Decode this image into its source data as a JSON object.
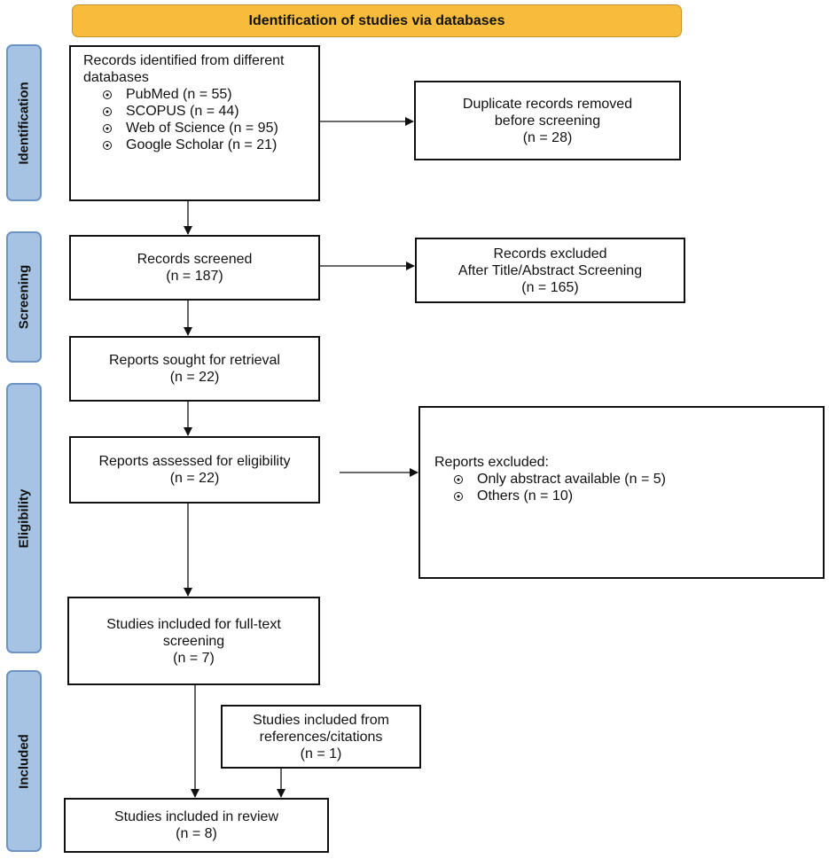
{
  "header": {
    "title": "Identification of studies via databases"
  },
  "stages": {
    "identification": "Identification",
    "screening": "Screening",
    "eligibility": "Eligibility",
    "included": "Included"
  },
  "records_identified": {
    "title": "Records identified from different databases",
    "sources": [
      "PubMed (n = 55)",
      "SCOPUS (n = 44)",
      "Web of Science (n = 95)",
      "Google Scholar (n = 21)"
    ]
  },
  "duplicates_removed": {
    "line1": "Duplicate records removed",
    "line2": "before screening",
    "count": "(n = 28)"
  },
  "records_screened": {
    "label": "Records screened",
    "count": "(n = 187)"
  },
  "records_excluded": {
    "line1": "Records excluded",
    "line2": "After Title/Abstract Screening",
    "count": "(n = 165)"
  },
  "reports_sought": {
    "label": "Reports sought for retrieval",
    "count": "(n = 22)"
  },
  "reports_assessed": {
    "label": "Reports assessed for eligibility",
    "count": "(n = 22)"
  },
  "reports_excluded": {
    "title": "Reports excluded:",
    "reasons": [
      "Only abstract available (n = 5)",
      "Others (n = 10)"
    ]
  },
  "fulltext_included": {
    "line1": "Studies included for full-text",
    "line2": "screening",
    "count": "(n = 7)"
  },
  "references_included": {
    "line1": "Studies included from",
    "line2": "references/citations",
    "count": "(n = 1)"
  },
  "review_included": {
    "label": "Studies included in review",
    "count": "(n = 8)"
  }
}
